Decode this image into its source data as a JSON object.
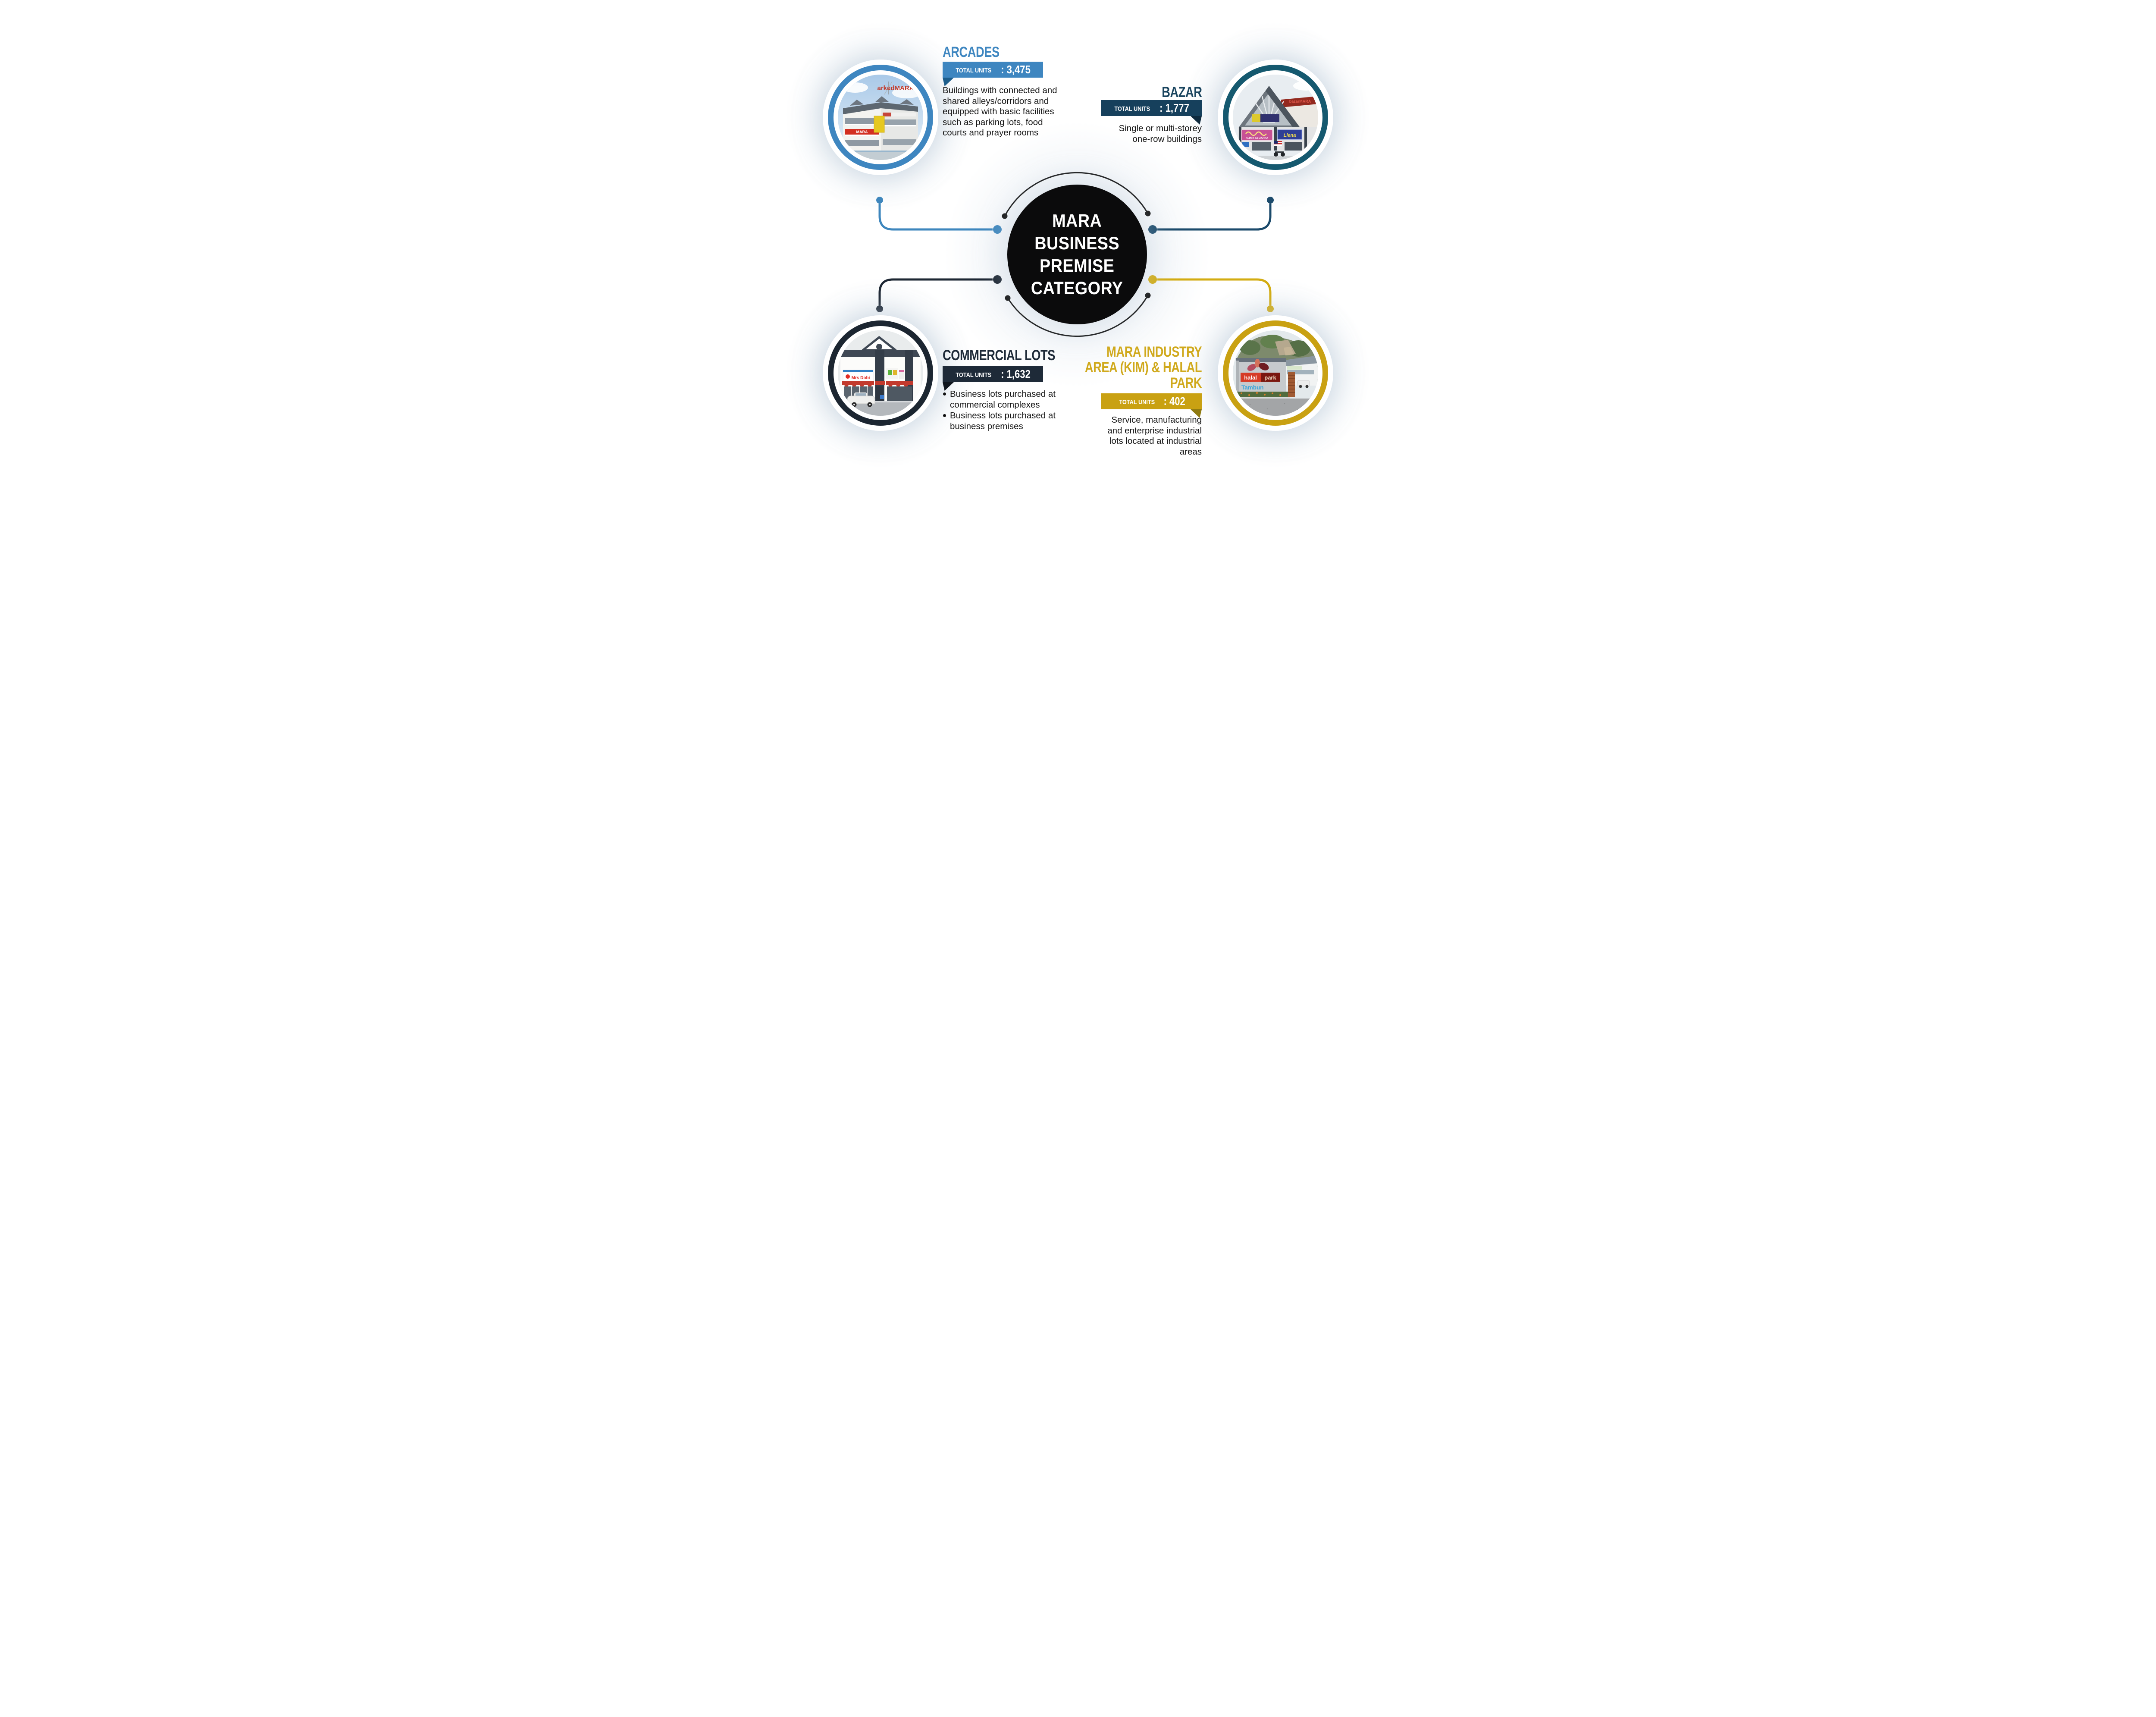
{
  "background": "#ffffff",
  "center": {
    "title": "MARA\nBUSINESS\nPREMISE\nCATEGORY",
    "bg": "#0b0b0c",
    "text_color": "#ffffff"
  },
  "connector_colors": {
    "arc": "#131313",
    "arcades": "#3d86bd",
    "bazar": "#1b4a6b",
    "commercial": "#1d2733",
    "industry": "#d3ac12"
  },
  "categories": [
    {
      "id": "arcades",
      "title": "ARCADES",
      "title_color": "#3E86C0",
      "total_label": "TOTAL UNITS",
      "total_value": ": 3,475",
      "description": "Buildings with connected and\nshared alleys/corridors and\nequipped with basic facilities\nsuch as parking lots, food\ncourts and prayer rooms",
      "accent": "#3E86C0",
      "fold": "#1D5E8C",
      "ring": "#3E86C0",
      "photo": {
        "roof_sign": "arkedMARA",
        "band_sign": "MARA"
      }
    },
    {
      "id": "bazar",
      "title": "BAZAR",
      "title_color": "#1A455F",
      "total_label": "TOTAL UNITS",
      "total_value": ": 1,777",
      "description": "Single or multi-storey\none-row buildings",
      "accent": "#16405C",
      "fold": "#0E2A3E",
      "ring": "#15596F",
      "photo": {
        "sign1": "KLINIK AZ-ZAHRA",
        "sign2": "Liena",
        "roof_sign": "bazarMARA"
      }
    },
    {
      "id": "commercial",
      "title": "COMMERCIAL LOTS",
      "title_color": "#1E2A38",
      "total_label": "TOTAL UNITS",
      "total_value": ": 1,632",
      "bullets": [
        "Business lots purchased at\ncommercial complexes",
        "Business lots purchased at\nbusiness premises"
      ],
      "accent": "#1E2A38",
      "fold": "#10161E",
      "ring": "#1C2631",
      "photo": {
        "sign1": "Mrs Dobi"
      }
    },
    {
      "id": "industry",
      "title": "MARA INDUSTRY\nAREA (KIM) & HALAL\nPARK",
      "title_color": "#D0A91C",
      "total_label": "TOTAL UNITS",
      "total_value": ": 402",
      "description": "Service, manufacturing\nand enterprise industrial\nlots located at industrial\nareas",
      "accent": "#C9A112",
      "fold": "#8F7A10",
      "ring": "#C9A112",
      "photo": {
        "sign1": "halal",
        "sign2": "park",
        "sign3": "Tambun"
      }
    }
  ]
}
